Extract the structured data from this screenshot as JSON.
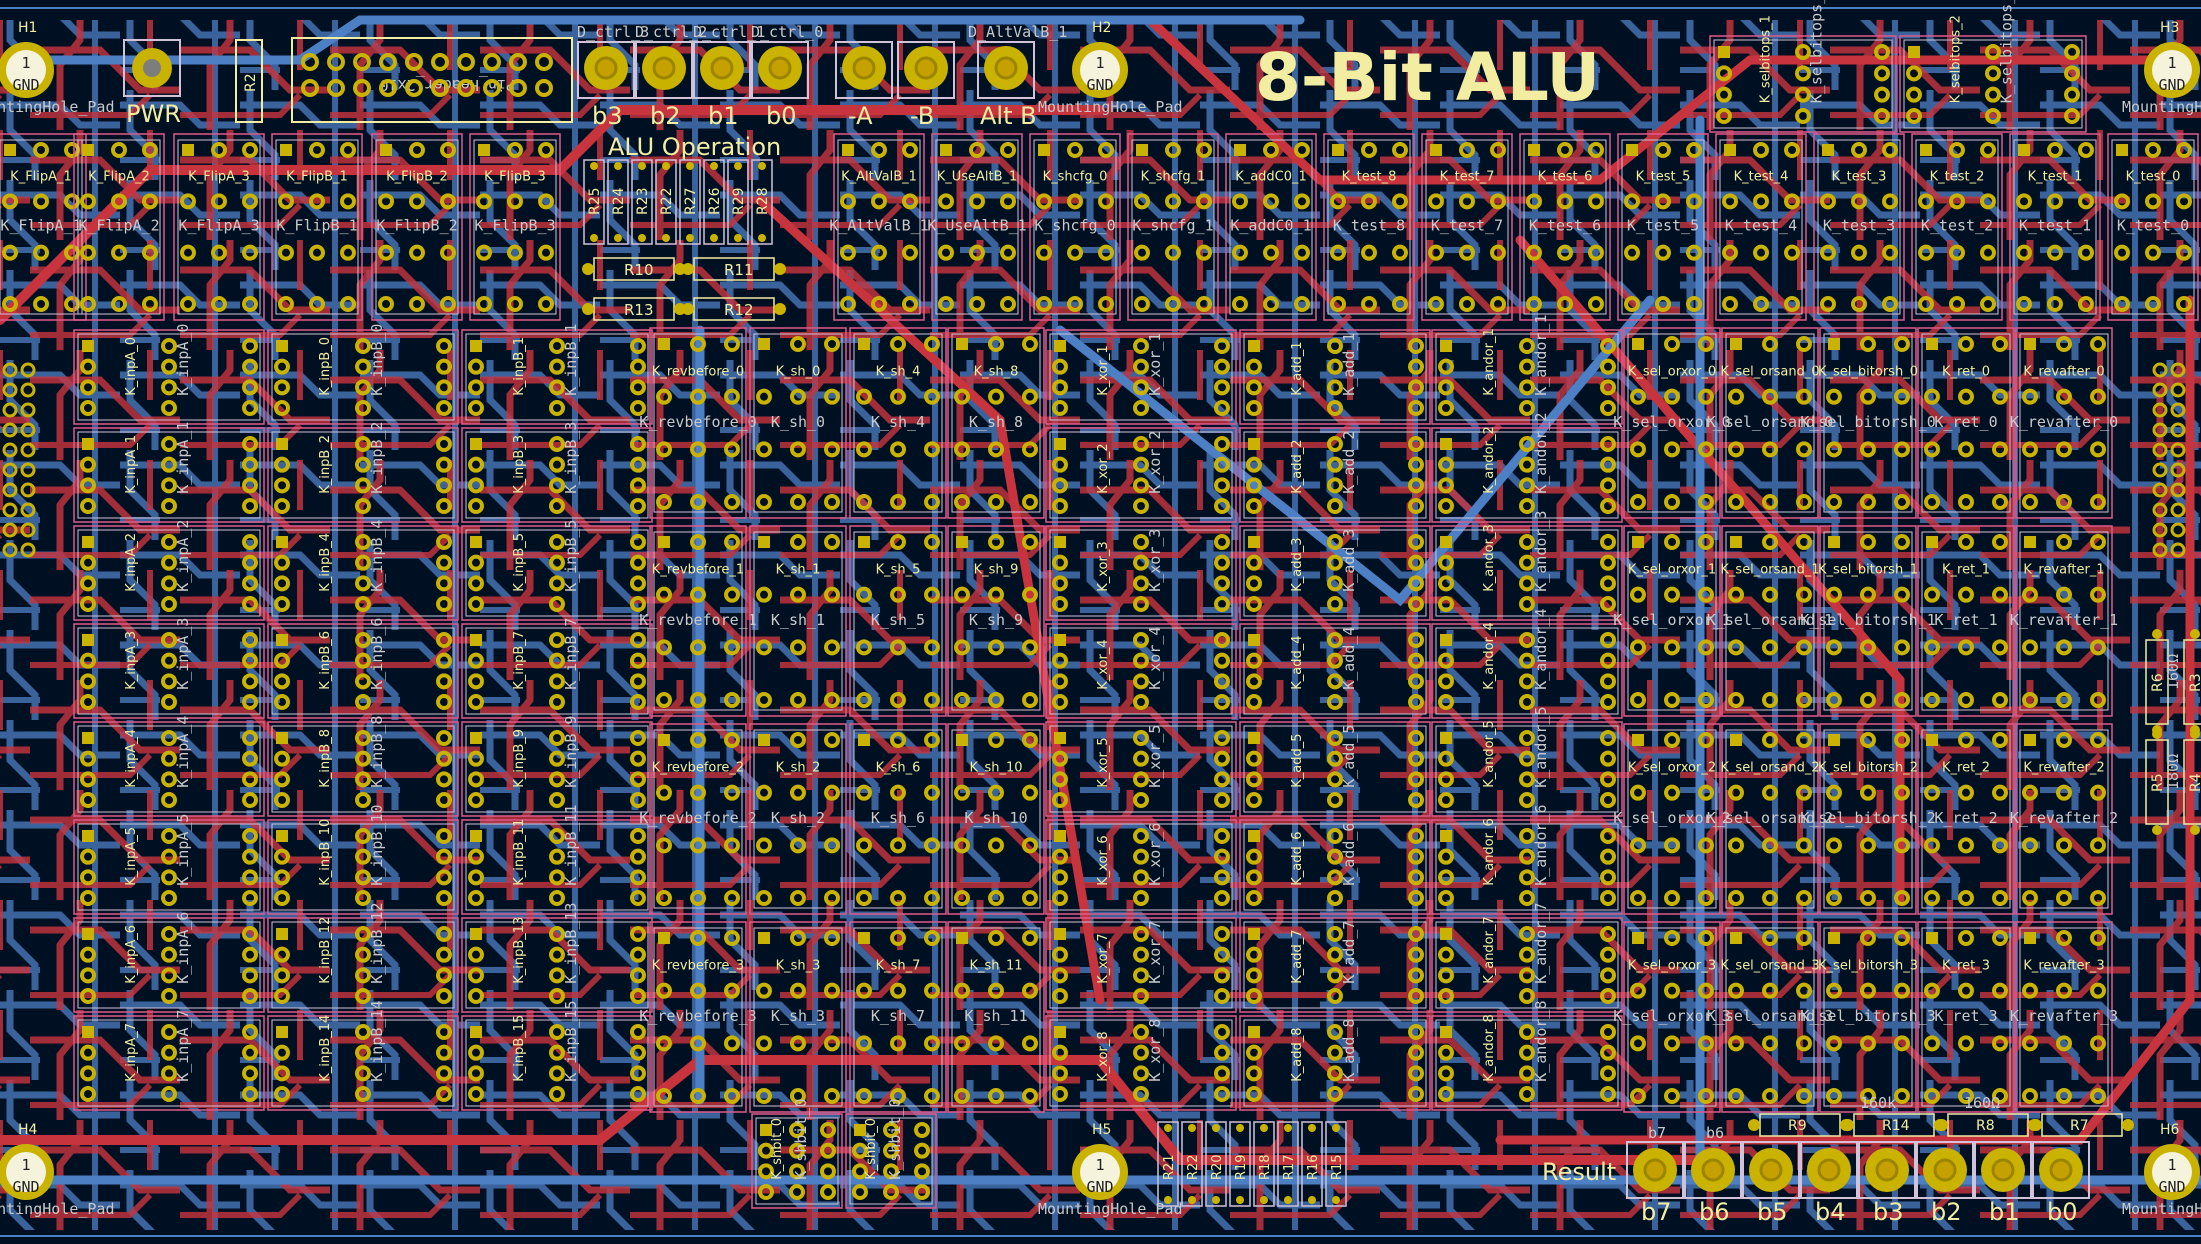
{
  "board": {
    "title": "8-Bit ALU",
    "colors": {
      "background": "#001023",
      "front_copper": "#c8343d",
      "back_copper": "#4d7fc4",
      "silkscreen": "#f2eda1",
      "pad_gold": "#c9b300",
      "courtyard": "#d0c2d7",
      "relay_outline": "#e05a8b"
    }
  },
  "mounting_holes": [
    {
      "ref": "H1",
      "net": "GND",
      "number": "1",
      "value": "MountingHole_Pad"
    },
    {
      "ref": "H2",
      "net": "GND",
      "number": "1",
      "value": "MountingHole_Pad"
    },
    {
      "ref": "H3",
      "net": "GND",
      "number": "1",
      "value": "MountingHole_Pad"
    },
    {
      "ref": "H4",
      "net": "GND",
      "number": "1",
      "value": "MountingHole_Pad"
    },
    {
      "ref": "H5",
      "net": "GND",
      "number": "1",
      "value": "MountingHole_Pad"
    },
    {
      "ref": "H6",
      "net": "GND",
      "number": "1",
      "value": "MountingHole_Pad"
    }
  ],
  "top_labels": {
    "pwr": "PWR",
    "r2": "R2",
    "header_fab": "Pin_Header_2x10",
    "ctrl_leds": [
      "D_ctrl_3",
      "D_ctrl_2",
      "D_ctrl_1",
      "D_ctrl_0"
    ],
    "ctrl_bits": [
      "b3",
      "b2",
      "b1",
      "b0"
    ],
    "alu_operation": "ALU Operation",
    "altval_led": "D_AltValB_1",
    "neg_a": "-A",
    "neg_b": "-B",
    "alt_b": "Alt B",
    "resistors_small": [
      "R25",
      "R24",
      "R23",
      "R22",
      "R27",
      "R26",
      "R29",
      "R28"
    ],
    "resistors_mid": [
      "R10",
      "R11",
      "R13",
      "R12"
    ]
  },
  "relay_rows": {
    "top": [
      "K_FlipA_1",
      "K_FlipA_2",
      "K_FlipA_3",
      "K_FlipB_1",
      "K_FlipB_2",
      "K_FlipB_3",
      "K_AltValB_1",
      "K_UseAltB_1",
      "K_shcfg_0",
      "K_shcfg_1",
      "K_addC0_1",
      "K_test_8",
      "K_test_7",
      "K_test_6",
      "K_test_5",
      "K_test_4",
      "K_test_3",
      "K_test_2",
      "K_test_1",
      "K_test_0"
    ],
    "sel_bitops": [
      "K_selbitops_1",
      "K_selbitops_2"
    ],
    "inpA": [
      "K_inpA_0",
      "K_inpA_1",
      "K_inpA_2",
      "K_inpA_3",
      "K_inpA_4",
      "K_inpA_5",
      "K_inpA_6",
      "K_inpA_7"
    ],
    "inpB_left": [
      "K_inpB_0",
      "K_inpB_2",
      "K_inpB_4",
      "K_inpB_6",
      "K_inpB_8",
      "K_inpB_10",
      "K_inpB_12",
      "K_inpB_14"
    ],
    "inpB_right": [
      "K_inpB_1",
      "K_inpB_3",
      "K_inpB_5",
      "K_inpB_7",
      "K_inpB_9",
      "K_inpB_11",
      "K_inpB_13",
      "K_inpB_15"
    ],
    "revbefore": [
      "K_revbefore_0",
      "K_revbefore_1",
      "K_revbefore_2",
      "K_revbefore_3"
    ],
    "sh_col1": [
      "K_sh_0",
      "K_sh_1",
      "K_sh_2",
      "K_sh_3"
    ],
    "sh_col2": [
      "K_sh_4",
      "K_sh_5",
      "K_sh_6",
      "K_sh_7"
    ],
    "sh_col3": [
      "K_sh_8",
      "K_sh_9",
      "K_sh_10",
      "K_sh_11"
    ],
    "xor": [
      "K_xor_1",
      "K_xor_2",
      "K_xor_3",
      "K_xor_4",
      "K_xor_5",
      "K_xor_6",
      "K_xor_7",
      "K_xor_8"
    ],
    "add": [
      "K_add_1",
      "K_add_2",
      "K_add_3",
      "K_add_4",
      "K_add_5",
      "K_add_6",
      "K_add_7",
      "K_add_8"
    ],
    "andor": [
      "K_andor_1",
      "K_andor_2",
      "K_andor_3",
      "K_andor_4",
      "K_andor_5",
      "K_andor_6",
      "K_andor_7",
      "K_andor_8"
    ],
    "sel_orxor": [
      "K_sel_orxor_0",
      "K_sel_orxor_1",
      "K_sel_orxor_2",
      "K_sel_orxor_3"
    ],
    "sel_orsand": [
      "K_sel_orsand_0",
      "K_sel_orsand_1",
      "K_sel_orsand_2",
      "K_sel_orsand_3"
    ],
    "sel_bitorsh": [
      "K_sel_bitorsh_0",
      "K_sel_bitorsh_1",
      "K_sel_bitorsh_2",
      "K_sel_bitorsh_3"
    ],
    "ret": [
      "K_ret_0",
      "K_ret_1",
      "K_ret_2",
      "K_ret_3"
    ],
    "revafter": [
      "K_revafter_0",
      "K_revafter_1",
      "K_revafter_2",
      "K_revafter_3"
    ],
    "shbit": [
      "K_shbit_0",
      "K_shbit_0"
    ]
  },
  "bottom": {
    "resistors": [
      "R21",
      "R22",
      "R20",
      "R19",
      "R18",
      "R17",
      "R16",
      "R15"
    ],
    "result_label": "Result",
    "result_bits": [
      "b7",
      "b6",
      "b5",
      "b4",
      "b3",
      "b2",
      "b1",
      "b0"
    ],
    "result_fab": [
      "b7",
      "b6"
    ],
    "right_resistors": [
      "R9",
      "R14",
      "R8",
      "R7"
    ],
    "right_values": [
      "160k",
      "160Ω"
    ],
    "side_resistors": [
      "R6",
      "R5",
      "R3",
      "R4"
    ],
    "side_values": [
      "160Ω",
      "180Ω"
    ]
  }
}
